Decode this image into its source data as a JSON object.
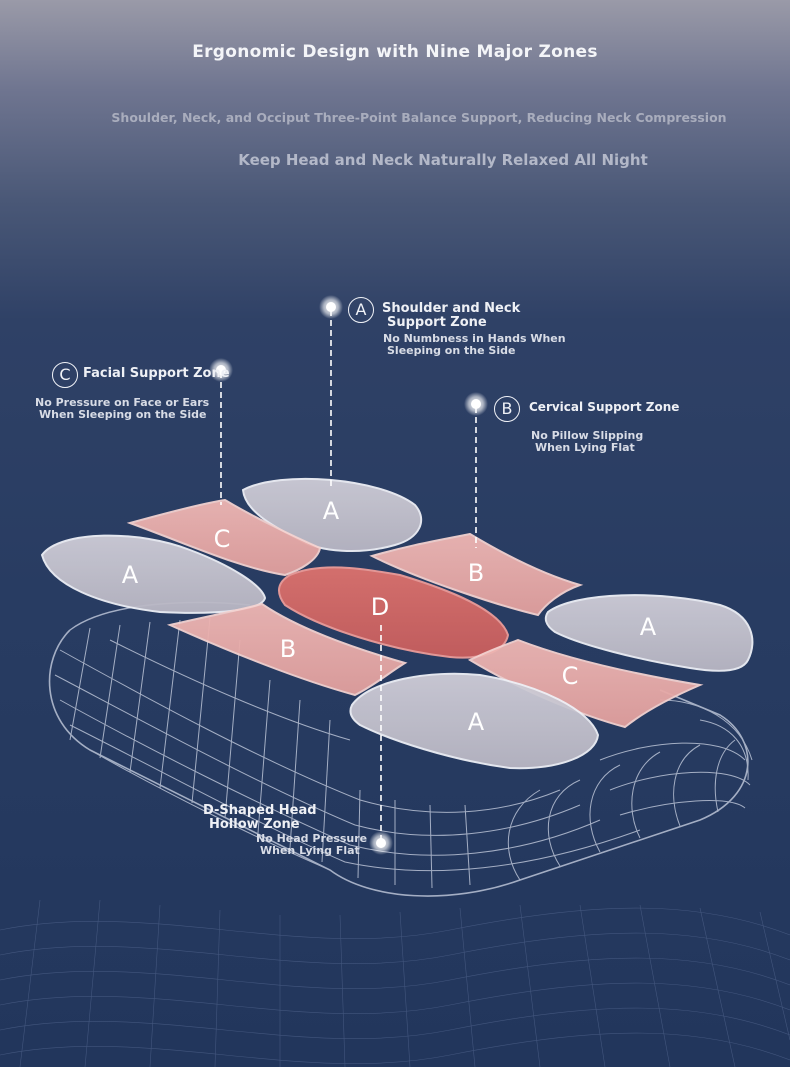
{
  "header": {
    "title": "Ergonomic Design with Nine Major Zones",
    "subtitle": "Shoulder, Neck, and Occiput Three-Point Balance Support, Reducing Neck Compression",
    "tagline": "Keep Head and Neck Naturally Relaxed All Night"
  },
  "zones": {
    "a": {
      "badge": "A",
      "title_line1": "Shoulder and Neck",
      "title_line2": "Support Zone",
      "desc_line1": "No Numbness in Hands When",
      "desc_line2": "Sleeping on the Side"
    },
    "b": {
      "badge": "B",
      "title": "Cervical Support Zone",
      "desc_line1": "No Pillow Slipping",
      "desc_line2": "When Lying Flat"
    },
    "c": {
      "badge": "C",
      "title": "Facial Support Zone",
      "desc_line1": "No Pressure on Face or Ears",
      "desc_line2": "When Sleeping on the Side"
    },
    "d": {
      "title_line1": "D-Shaped Head",
      "title_line2": "Hollow Zone",
      "desc_line1": "No Head Pressure",
      "desc_line2": "When Lying Flat"
    }
  },
  "pads": {
    "a_top": "A",
    "c_top": "C",
    "a_left": "A",
    "b_right": "B",
    "d_center": "D",
    "a_right": "A",
    "b_left": "B",
    "c_right": "C",
    "a_bottom": "A"
  },
  "colors": {
    "pad_white": "#d8d6de",
    "pad_pink": "#e9a8a6",
    "pad_red": "#cf6a68",
    "grid_line": "#cfd6e6"
  }
}
